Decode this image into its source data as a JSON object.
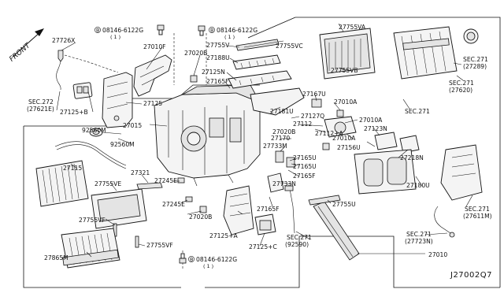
{
  "diagram_id": "J27002Q7",
  "front_label": "FRONT",
  "bolt_code": "08146-6122G",
  "bolt_qty": "( 1 )",
  "bolt_prefix": "B",
  "part_labels": {
    "p27726X": "27726X",
    "p27010F": "27010F",
    "p27020B_top": "27020B",
    "p27755V": "27755V",
    "p27755VC": "27755VC",
    "p27755VA": "27755VA",
    "p27188U": "27188U",
    "p27755VB": "27755VB",
    "p27125N": "27125N",
    "p27165F_top": "27165F",
    "p27167U": "27167U",
    "p27010A_a": "27010A",
    "p27010A_b": "27010A",
    "p27010A_c": "27010A",
    "p27125": "27125",
    "p27125B": "27125+B",
    "p27181U": "27181U",
    "p27127Q": "27127Q",
    "p27112": "27112",
    "p27112A": "27112+A",
    "p27123N": "27123N",
    "p27020B_mid": "27020B",
    "p27015": "27015",
    "p27170": "27170",
    "p27733M": "27733M",
    "p27156U": "27156U",
    "p27218N": "27218N",
    "p92560M_a": "92560M",
    "p92560M_b": "92560M",
    "p27165U_a": "27165U",
    "p27165U_b": "27165U",
    "p27115": "27115",
    "p27165F_mid": "27165F",
    "p27180U": "27180U",
    "p27321": "27321",
    "p27733N": "27733N",
    "p27755VE": "27755VE",
    "p27245E_a": "27245E",
    "p27245E_b": "27245E",
    "p27755U": "27755U",
    "p27165F_low": "27165F",
    "p27020B_low": "27020B",
    "p27755VF_a": "27755VF",
    "p27755VF_b": "27755VF",
    "p27125A": "27125+A",
    "p27125C": "27125+C",
    "p27865M": "27865M",
    "p27010": "27010"
  },
  "sec_refs": {
    "sec272": {
      "sec": "SEC.272",
      "code": "(27621E)"
    },
    "sec271_a": {
      "sec": "SEC.271",
      "code": "(27289)"
    },
    "sec271_b": {
      "sec": "SEC.271",
      "code": "(27620)"
    },
    "sec271_c": {
      "sec": "SEC.271",
      "code": ""
    },
    "sec271_d": {
      "sec": "SEC.271",
      "code": "(27611M)"
    },
    "sec271_e": {
      "sec": "SEC.271",
      "code": "(92590)"
    },
    "sec271_f": {
      "sec": "SEC.271",
      "code": "(27723N)"
    }
  }
}
